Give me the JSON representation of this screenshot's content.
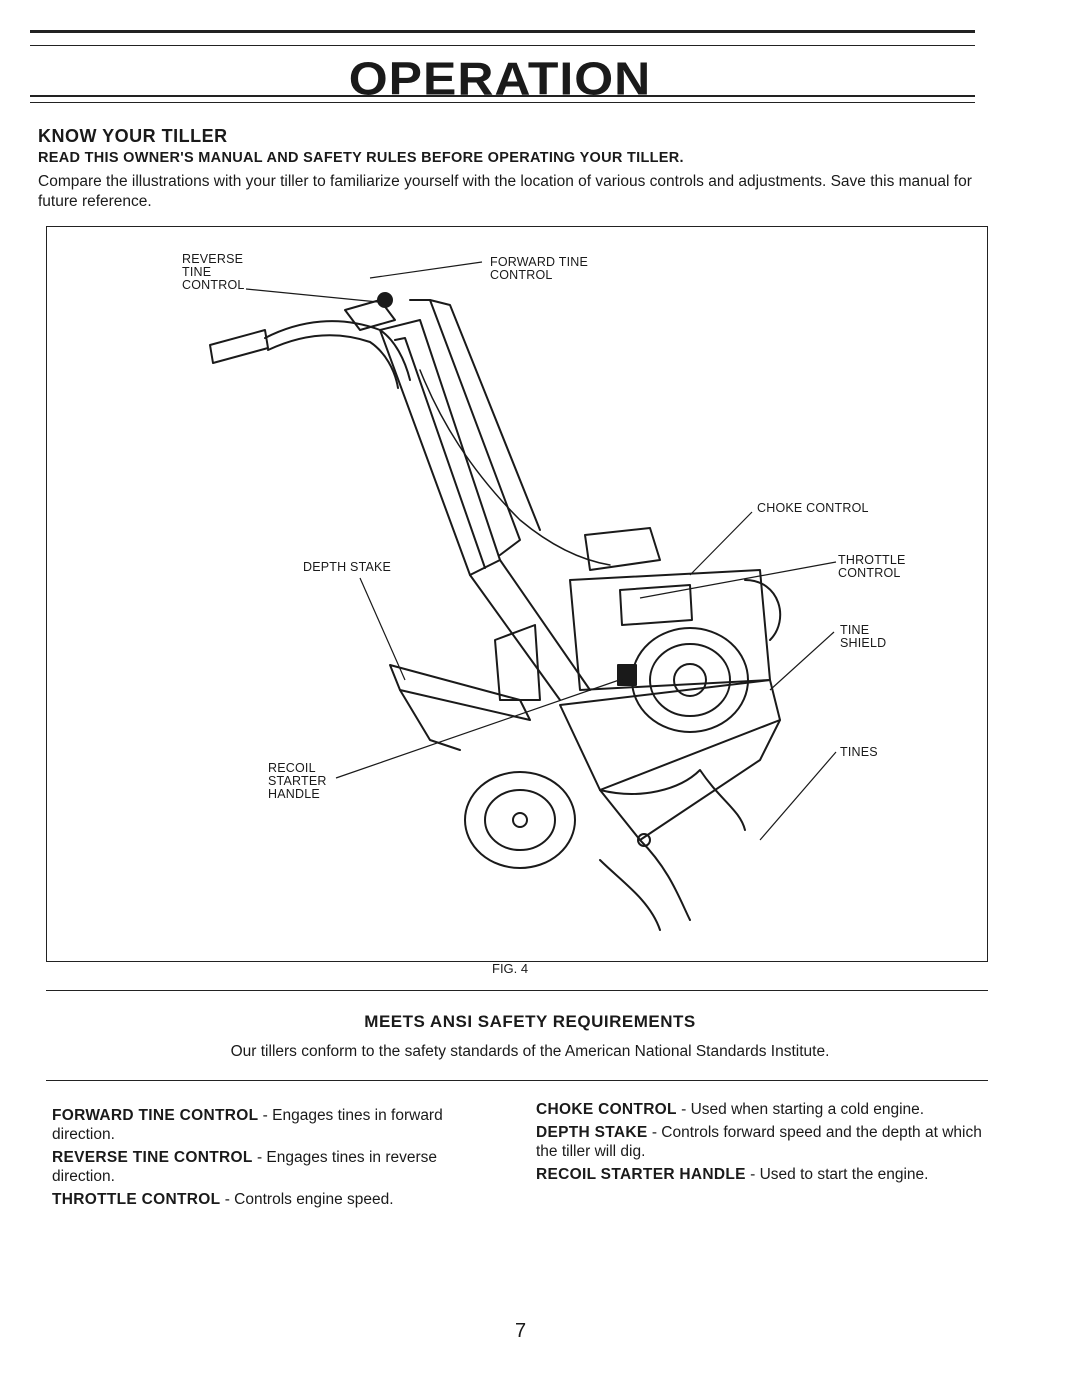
{
  "page_title": "OPERATION",
  "section": {
    "title": "KNOW YOUR TILLER",
    "warning": "READ THIS OWNER'S MANUAL AND SAFETY RULES BEFORE OPERATING YOUR TILLER.",
    "intro": "Compare the illustrations with your tiller to familiarize yourself with the location of various controls and adjustments. Save this manual for future reference."
  },
  "figure": {
    "labels": {
      "reverse_tine_control": [
        "REVERSE",
        "TINE",
        "CONTROL"
      ],
      "forward_tine_control": [
        "FORWARD TINE",
        "CONTROL"
      ],
      "choke_control": "CHOKE CONTROL",
      "depth_stake": "DEPTH STAKE",
      "throttle_control": [
        "THROTTLE",
        "CONTROL"
      ],
      "tine_shield": [
        "TINE",
        "SHIELD"
      ],
      "tines": "TINES",
      "recoil_starter_handle": [
        "RECOIL",
        "STARTER",
        "HANDLE"
      ]
    },
    "caption": "FIG. 4"
  },
  "ansi": {
    "title": "MEETS ANSI SAFETY REQUIREMENTS",
    "text": "Our tillers conform to the safety standards of the American National Standards Institute."
  },
  "descriptions": {
    "left": [
      {
        "term": "FORWARD TINE CONTROL",
        "text": " - Engages tines in forward direction."
      },
      {
        "term": "REVERSE TINE CONTROL",
        "text": " - Engages tines in reverse direction."
      },
      {
        "term": "THROTTLE CONTROL",
        "text": " - Controls engine speed."
      }
    ],
    "right": [
      {
        "term": "CHOKE CONTROL",
        "text": " - Used when starting a cold engine."
      },
      {
        "term": "DEPTH STAKE",
        "text": " - Controls forward speed and the depth at which the tiller will dig."
      },
      {
        "term": "RECOIL STARTER HANDLE",
        "text": " - Used to start the engine."
      }
    ]
  },
  "page_number": "7"
}
